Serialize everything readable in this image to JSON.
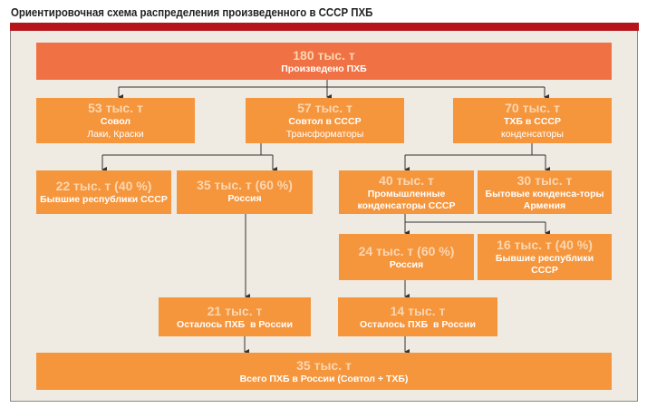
{
  "title": "Ориентировочная схема распределения произведенного в СССР ПХБ",
  "nodes": {
    "produced": {
      "amount": "180 тыс. т",
      "label": "Произведено ПХБ"
    },
    "sovol": {
      "amount": "53 тыс. т",
      "label": "Совол",
      "sub": "Лаки, Краски"
    },
    "sovtol": {
      "amount": "57 тыс. т",
      "label": "Совтол в СССР",
      "sub": "Трансформаторы"
    },
    "tkhb": {
      "amount": "70 тыс. т",
      "label": "ТХБ в СССР",
      "sub": "конденсаторы"
    },
    "sovtol_former": {
      "amount": "22 тыс. т (40 %)",
      "label": "Бывшие республики СССР"
    },
    "sovtol_russia": {
      "amount": "35 тыс. т (60 %)",
      "label": "Россия"
    },
    "industrial": {
      "amount": "40 тыс. т",
      "label": "Промышленные конденсаторы СССР"
    },
    "household": {
      "amount": "30 тыс. т",
      "label": "Бытовые конденса-торы Армения"
    },
    "tkhb_russia": {
      "amount": "24 тыс. т (60 %)",
      "label": "Россия"
    },
    "tkhb_former": {
      "amount": "16 тыс. т (40 %)",
      "label": "Бывшие республики СССР"
    },
    "left_remaining": {
      "amount": "21 тыс. т",
      "label": "Осталось ПХБ  в России"
    },
    "right_remaining": {
      "amount": "14 тыс. т",
      "label": "Осталось ПХБ  в России"
    },
    "total": {
      "amount": "35 тыс. т",
      "label": "Всего ПХБ в России (Совтол + ТХБ)"
    }
  },
  "colors": {
    "header_bar": "#b5141b",
    "top_box": "#f07144",
    "box": "#f5963d",
    "background": "#efebe3"
  }
}
